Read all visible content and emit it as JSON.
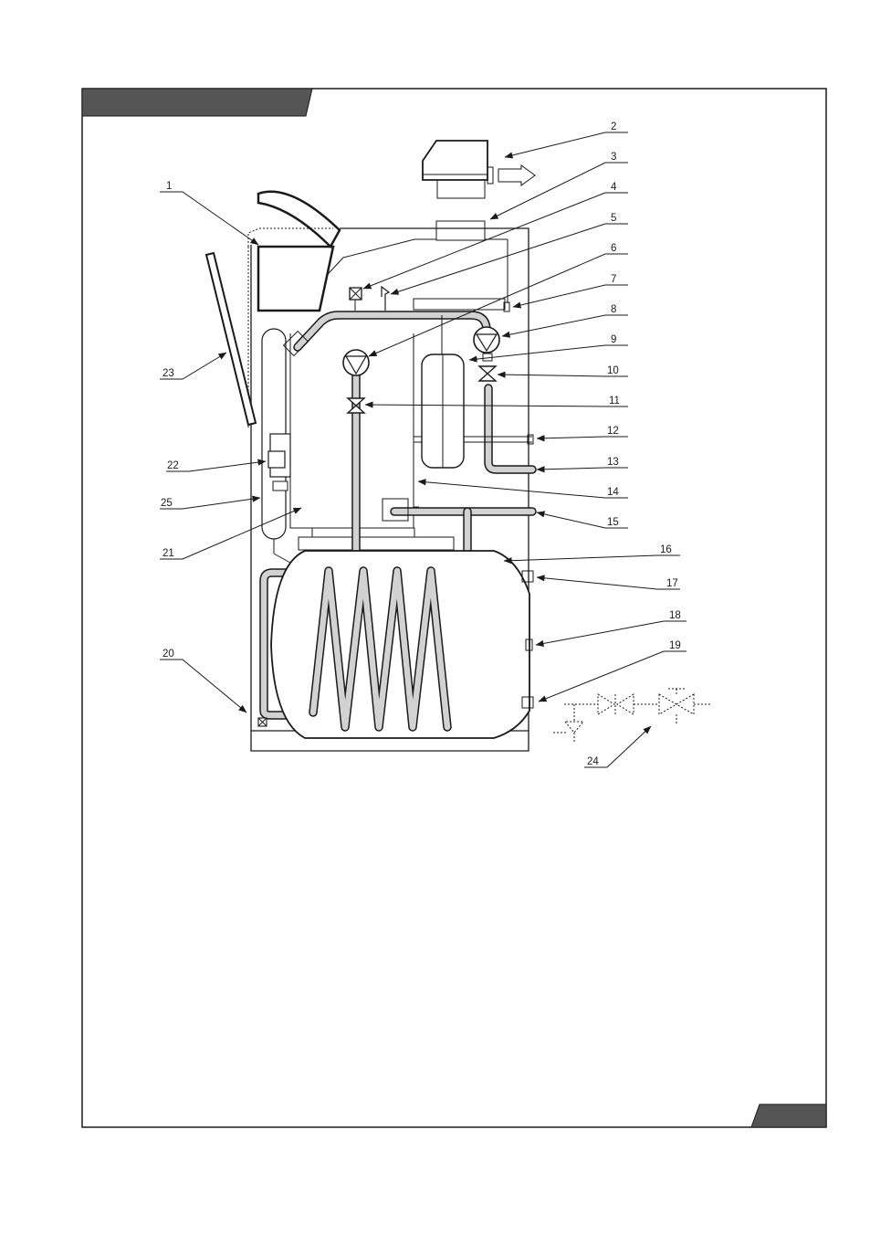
{
  "callouts": [
    "1",
    "2",
    "3",
    "4",
    "5",
    "6",
    "7",
    "8",
    "9",
    "10",
    "11",
    "12",
    "13",
    "14",
    "15",
    "16",
    "17",
    "18",
    "19",
    "20",
    "21",
    "22",
    "23",
    "24",
    "25"
  ],
  "colors": {
    "tab_fill": "#555555",
    "line": "#1a1a1a",
    "pipe_fill": "#d2d2d2"
  }
}
